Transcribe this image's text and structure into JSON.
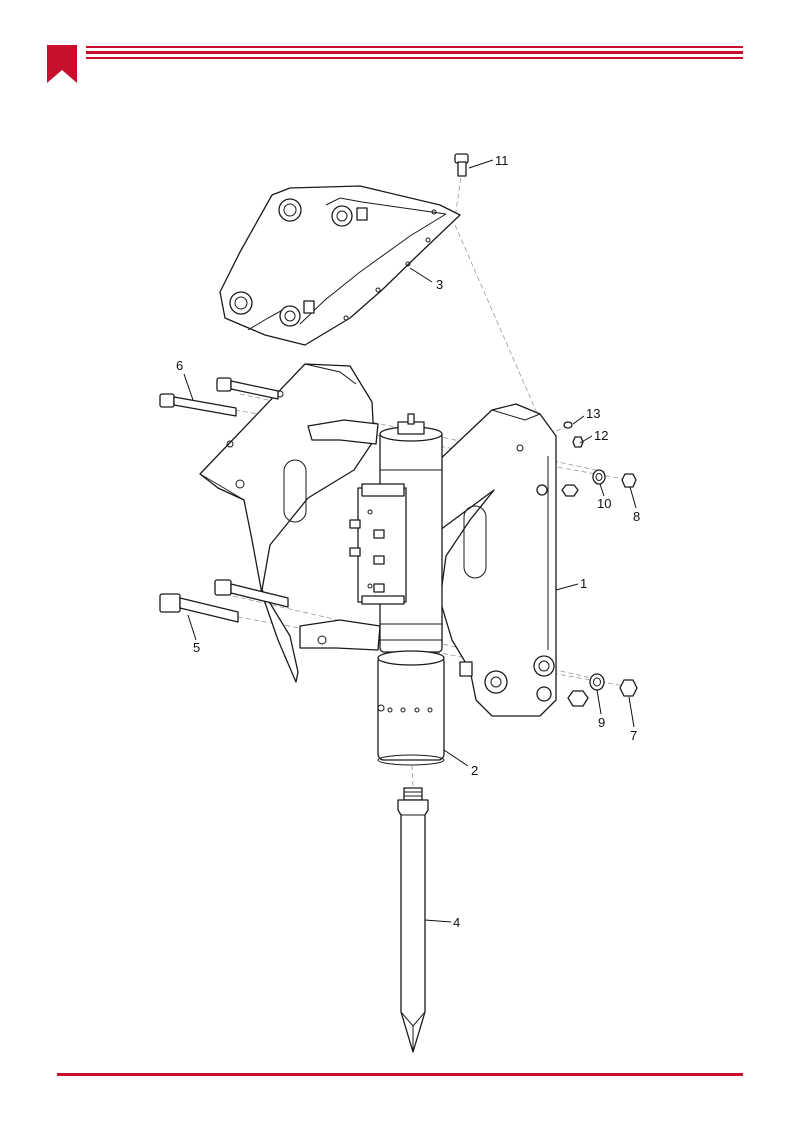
{
  "colors": {
    "brand": "#c8102e",
    "line": "#1a1a1a",
    "background": "#ffffff"
  },
  "header": {
    "icon": "bookmark-icon"
  },
  "diagram": {
    "callouts": [
      "11",
      "3",
      "6",
      "13",
      "12",
      "10",
      "8",
      "1",
      "5",
      "9",
      "7",
      "2",
      "4"
    ]
  }
}
